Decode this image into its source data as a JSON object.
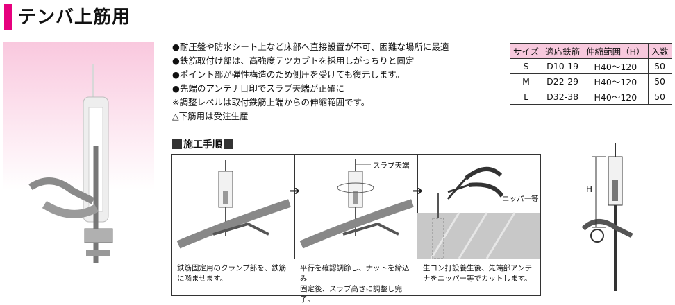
{
  "title": "テンバ上筋用",
  "bullets": [
    "●耐圧盤や防水シート上など床部へ直接設置が不可、困難な場所に最適",
    "●鉄筋取付け部は、高強度テツカブトを採用しがっちりと固定",
    "●ポイント部が弾性構造のため側圧を受けても復元します。",
    "●先端のアンテナ目印でスラブ天端が正確に",
    "※調整レベルは取付鉄筋上端からの伸縮範囲です。",
    "△下筋用は受注生産"
  ],
  "spec_table": {
    "headers": [
      "サイズ",
      "適応鉄筋",
      "伸縮範囲（H）",
      "入数"
    ],
    "rows": [
      [
        "S",
        "D10-19",
        "H40〜120",
        "50"
      ],
      [
        "M",
        "D22-29",
        "H40〜120",
        "50"
      ],
      [
        "L",
        "D32-38",
        "H40〜120",
        "50"
      ]
    ]
  },
  "procedure": {
    "heading": "施工手順",
    "steps": [
      {
        "caption_1": "鉄筋固定用のクランプ部を、鉄筋",
        "caption_2": "に嚙ませます。"
      },
      {
        "label": "スラブ天端",
        "caption_1": "平行を確認調節し、ナットを締込み",
        "caption_2": "固定後、スラブ高さに調整し完了。"
      },
      {
        "label": "ニッパー等",
        "caption_1": "生コン打設養生後、先端部アンテ",
        "caption_2": "ナをニッパー等でカットします。"
      }
    ]
  },
  "dimension_label": "H",
  "colors": {
    "accent": "#e6007e",
    "table_header": "#f7c9dd",
    "photo_bg": "#f9c8de"
  }
}
